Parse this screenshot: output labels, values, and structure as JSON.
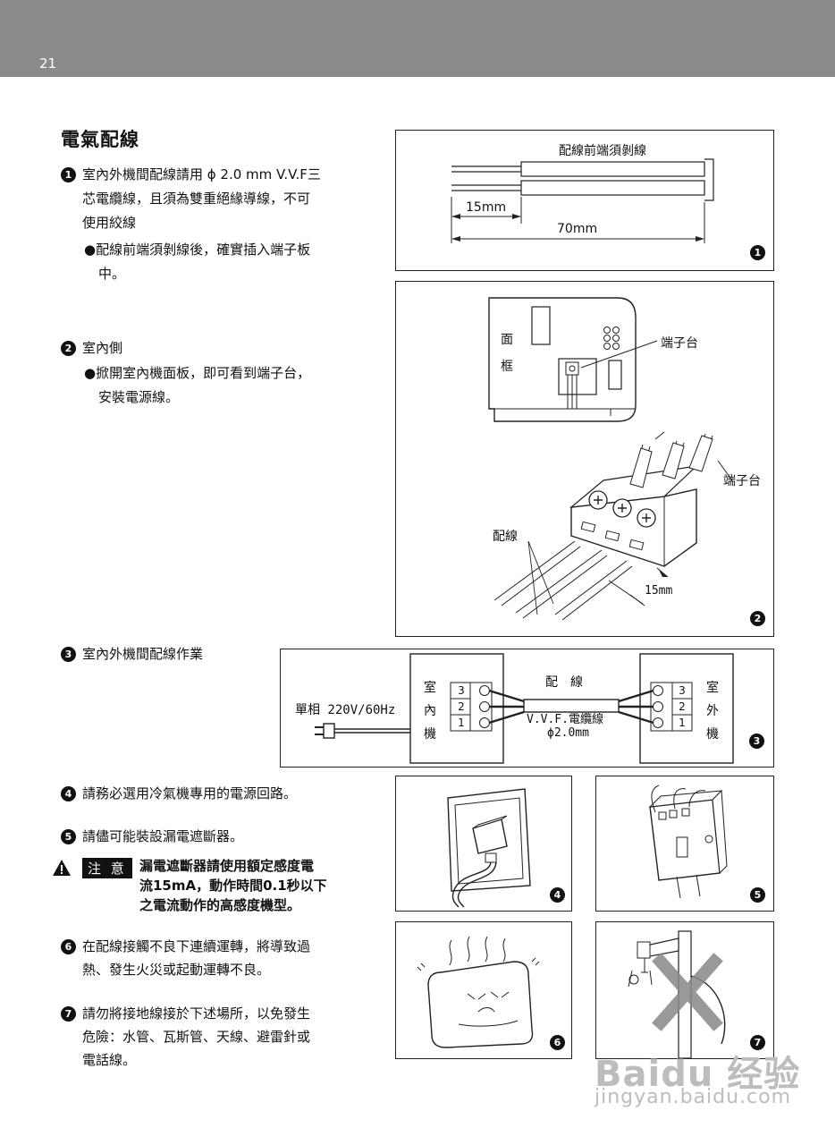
{
  "header": {
    "page_number": "21"
  },
  "title": "電氣配線",
  "steps": {
    "s1": {
      "num": "1",
      "line1": "室內外機間配線請用 ϕ 2.0 mm V.V.F三",
      "line2": "芯電纜線，且須為雙重絕緣導線，不可",
      "line3": "使用絞線",
      "sub1": "●配線前端須剝線後，確實插入端子板",
      "sub2": "中。"
    },
    "s2": {
      "num": "2",
      "label": "室內側",
      "sub1": "●掀開室內機面板，即可看到端子台，",
      "sub2": "安裝電源線。"
    },
    "s3": {
      "num": "3",
      "label": "室內外機間配線作業"
    },
    "s4": {
      "num": "4",
      "label": "請務必選用冷氣機專用的電源回路。"
    },
    "s5": {
      "num": "5",
      "label": "請儘可能裝設漏電遮斷器。"
    },
    "s6": {
      "num": "6",
      "line1": "在配線接觸不良下連續運轉，將導致過",
      "line2": "熱、發生火災或起動運轉不良。"
    },
    "s7": {
      "num": "7",
      "line1": "請勿將接地線接於下述場所，以免發生",
      "line2": "危險：水管、瓦斯管、天線、避雷針或",
      "line3": "電話線。"
    }
  },
  "warning": {
    "label": "注 意",
    "line1": "漏電遮斷器請使用額定感度電",
    "line2": "流15mA，動作時間0.1秒以下",
    "line3": "之電流動作的高感度機型。"
  },
  "fig1": {
    "caption": "配線前端須剝線",
    "dim_short": "15mm",
    "dim_long": "70mm",
    "badge": "1"
  },
  "fig2": {
    "label_panel_1": "面",
    "label_panel_2": "框",
    "label_terminal_top": "端子台",
    "label_terminal_right": "端子台",
    "label_wiring": "配線",
    "dim": "15mm",
    "badge": "2"
  },
  "fig3": {
    "power": "單相 220V/60Hz",
    "indoor": [
      "室",
      "內",
      "機"
    ],
    "outdoor": [
      "室",
      "外",
      "機"
    ],
    "wiring": "配　線",
    "cable": "V.V.F.電纜線",
    "diameter": "ϕ2.0mm",
    "terminals": [
      "3",
      "2",
      "1"
    ],
    "badge": "3"
  },
  "fig4": {
    "badge": "4"
  },
  "fig5": {
    "badge": "5"
  },
  "fig6": {
    "badge": "6"
  },
  "fig7": {
    "badge": "7"
  },
  "watermark": {
    "line1": "Baidu 经验",
    "line2": "jingyan.baidu.com"
  }
}
